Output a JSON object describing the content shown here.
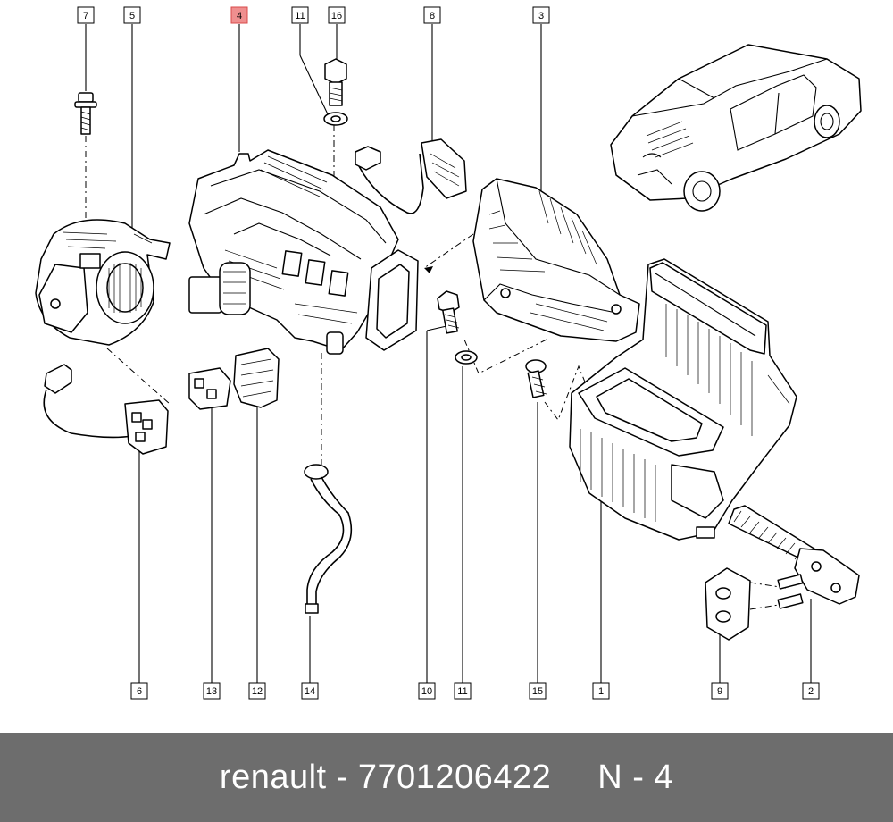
{
  "callouts": [
    {
      "id": "c7",
      "label": "7"
    },
    {
      "id": "c5",
      "label": "5"
    },
    {
      "id": "c4",
      "label": "4",
      "highlighted": true
    },
    {
      "id": "c11a",
      "label": "11"
    },
    {
      "id": "c16",
      "label": "16"
    },
    {
      "id": "c8",
      "label": "8"
    },
    {
      "id": "c3",
      "label": "3"
    },
    {
      "id": "c6",
      "label": "6"
    },
    {
      "id": "c13",
      "label": "13"
    },
    {
      "id": "c12",
      "label": "12"
    },
    {
      "id": "c14",
      "label": "14"
    },
    {
      "id": "c10",
      "label": "10"
    },
    {
      "id": "c11b",
      "label": "11"
    },
    {
      "id": "c15",
      "label": "15"
    },
    {
      "id": "c1",
      "label": "1"
    },
    {
      "id": "c9",
      "label": "9"
    },
    {
      "id": "c2",
      "label": "2"
    }
  ],
  "colors": {
    "highlight_fill": "#ef8f8f",
    "highlight_stroke": "#d84a4a",
    "footer_bg": "#6d6d6d",
    "footer_text": "#ffffff"
  },
  "footer": {
    "part_text": "renault - 7701206422",
    "page_text": "N - 4"
  }
}
